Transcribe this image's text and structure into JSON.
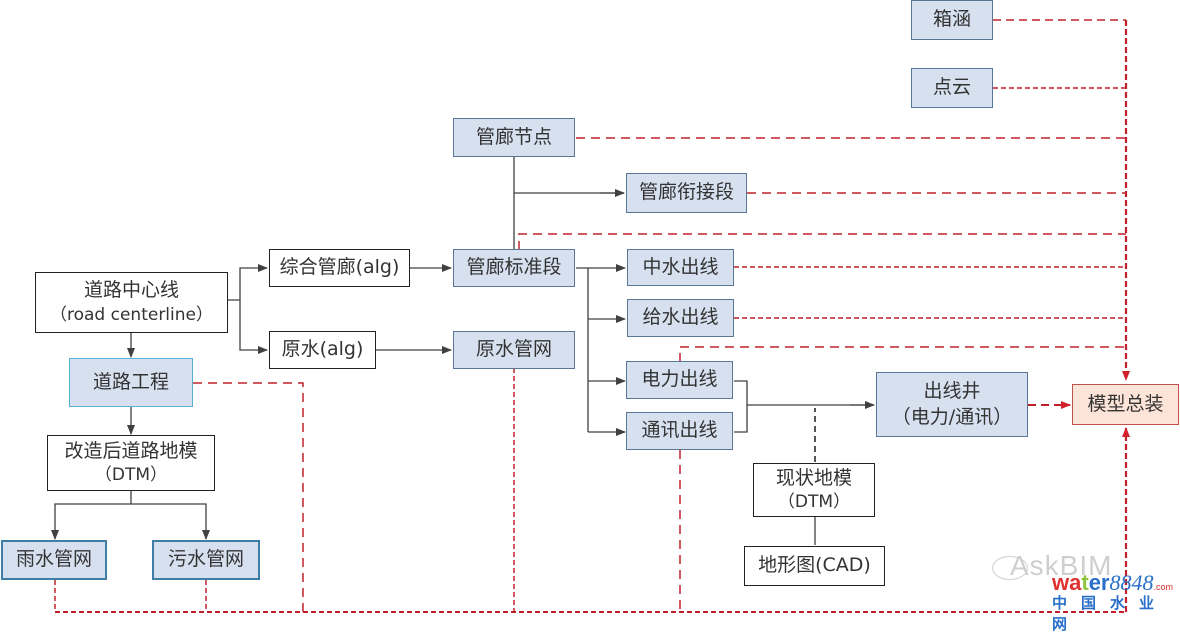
{
  "diagram": {
    "colors": {
      "solid_line": "#404040",
      "dashed_line": "#c0202a",
      "box_blue_fill": "#d6e0ef",
      "box_pink_fill": "#fce4d8"
    },
    "nodes": {
      "road_centerline": {
        "line1": "道路中心线",
        "line2": "（road centerline）"
      },
      "road_engineering": {
        "label": "道路工程"
      },
      "rebuilt_dtm": {
        "line1": "改造后道路地模",
        "line2": "（DTM）"
      },
      "rain_network": {
        "label": "雨水管网"
      },
      "sewage_network": {
        "label": "污水管网"
      },
      "utility_tunnel_alg": {
        "label": "综合管廊(alg)"
      },
      "raw_water_alg": {
        "label": "原水(alg)"
      },
      "tunnel_node": {
        "label": "管廊节点"
      },
      "tunnel_joint": {
        "label": "管廊衔接段"
      },
      "tunnel_standard": {
        "label": "管廊标准段"
      },
      "raw_water_network": {
        "label": "原水管网"
      },
      "reclaimed_outlet": {
        "label": "中水出线"
      },
      "supply_outlet": {
        "label": "给水出线"
      },
      "power_outlet": {
        "label": "电力出线"
      },
      "telecom_outlet": {
        "label": "通讯出线"
      },
      "outlet_well": {
        "line1": "出线井",
        "line2": "（电力/通讯）"
      },
      "existing_dtm": {
        "line1": "现状地模",
        "line2": "（DTM）"
      },
      "topo_cad": {
        "label": "地形图(CAD)"
      },
      "culvert": {
        "label": "箱涵"
      },
      "point_cloud": {
        "label": "点云"
      },
      "model_assembly": {
        "label": "模型总装"
      }
    },
    "edges": [
      {
        "from": "road_centerline",
        "to": "utility_tunnel_alg",
        "style": "solid"
      },
      {
        "from": "road_centerline",
        "to": "raw_water_alg",
        "style": "solid"
      },
      {
        "from": "road_centerline",
        "to": "road_engineering",
        "style": "solid"
      },
      {
        "from": "road_engineering",
        "to": "rebuilt_dtm",
        "style": "solid"
      },
      {
        "from": "rebuilt_dtm",
        "to": "rain_network",
        "style": "solid"
      },
      {
        "from": "rebuilt_dtm",
        "to": "sewage_network",
        "style": "solid"
      },
      {
        "from": "utility_tunnel_alg",
        "to": "tunnel_standard",
        "style": "solid"
      },
      {
        "from": "raw_water_alg",
        "to": "raw_water_network",
        "style": "solid"
      },
      {
        "from": "tunnel_node",
        "to": "tunnel_joint",
        "style": "solid"
      },
      {
        "from": "tunnel_standard",
        "to": "reclaimed_outlet",
        "style": "solid"
      },
      {
        "from": "tunnel_standard",
        "to": "supply_outlet",
        "style": "solid"
      },
      {
        "from": "tunnel_standard",
        "to": "power_outlet",
        "style": "solid"
      },
      {
        "from": "tunnel_standard",
        "to": "telecom_outlet",
        "style": "solid"
      },
      {
        "from": "power_outlet",
        "to": "outlet_well",
        "style": "solid"
      },
      {
        "from": "telecom_outlet",
        "to": "outlet_well",
        "style": "solid"
      },
      {
        "from": "topo_cad",
        "to": "existing_dtm",
        "style": "solid"
      },
      {
        "from": "existing_dtm",
        "to": "outlet_well",
        "style": "dashed-gray"
      },
      {
        "from": "outlet_well",
        "to": "model_assembly",
        "style": "dashed-red"
      },
      {
        "from": "culvert",
        "to": "model_assembly",
        "style": "dashed-red"
      },
      {
        "from": "point_cloud",
        "to": "model_assembly",
        "style": "dashed-red"
      },
      {
        "from": "tunnel_node",
        "to": "model_assembly",
        "style": "dashed-red"
      },
      {
        "from": "tunnel_joint",
        "to": "model_assembly",
        "style": "dashed-red"
      },
      {
        "from": "tunnel_standard",
        "to": "model_assembly",
        "style": "dashed-red"
      },
      {
        "from": "reclaimed_outlet",
        "to": "model_assembly",
        "style": "dashed-red"
      },
      {
        "from": "supply_outlet",
        "to": "model_assembly",
        "style": "dashed-red"
      },
      {
        "from": "power_outlet",
        "to": "model_assembly",
        "style": "dashed-red"
      },
      {
        "from": "telecom_outlet",
        "to": "model_assembly",
        "style": "dashed-red"
      },
      {
        "from": "road_engineering",
        "to": "model_assembly",
        "style": "dashed-red"
      },
      {
        "from": "rain_network",
        "to": "model_assembly",
        "style": "dashed-red"
      },
      {
        "from": "sewage_network",
        "to": "model_assembly",
        "style": "dashed-red"
      },
      {
        "from": "raw_water_network",
        "to": "model_assembly",
        "style": "dashed-red"
      }
    ]
  },
  "watermarks": {
    "askbim": "AskBIM",
    "water_brand": {
      "w1": "wa",
      "w2": "t",
      "w3": "er",
      "num": "8848",
      "com": ".com"
    },
    "cn_site": "中国水业网"
  }
}
